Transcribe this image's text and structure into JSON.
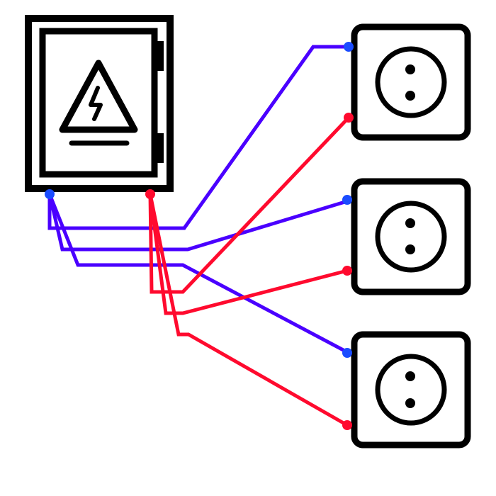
{
  "colors": {
    "background": "#ffffff",
    "outline": "#000000",
    "neutral_wire": "#4a00ff",
    "live_wire": "#ff0a2e",
    "neutral_terminal": "#1a4cff",
    "live_terminal": "#ff0a2e"
  },
  "diagram": {
    "panel": {
      "icon": "high-voltage-warning-icon"
    },
    "sockets": [
      {
        "id": "socket-1",
        "icon": "power-socket-icon"
      },
      {
        "id": "socket-2",
        "icon": "power-socket-icon"
      },
      {
        "id": "socket-3",
        "icon": "power-socket-icon"
      }
    ],
    "connections": [
      {
        "from": "panel-neutral-terminal",
        "to": "socket-1",
        "wire": "neutral"
      },
      {
        "from": "panel-live-terminal",
        "to": "socket-1",
        "wire": "live"
      },
      {
        "from": "panel-neutral-terminal",
        "to": "socket-2",
        "wire": "neutral"
      },
      {
        "from": "panel-live-terminal",
        "to": "socket-2",
        "wire": "live"
      },
      {
        "from": "panel-neutral-terminal",
        "to": "socket-3",
        "wire": "neutral"
      },
      {
        "from": "panel-live-terminal",
        "to": "socket-3",
        "wire": "live"
      }
    ]
  }
}
